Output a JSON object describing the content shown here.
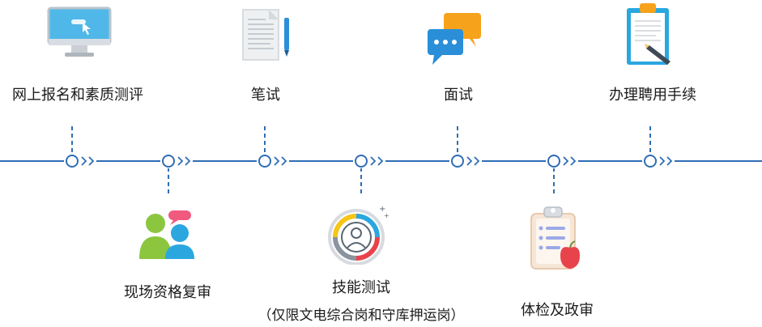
{
  "timeline": {
    "accent_color": "#2f6db5",
    "steps": [
      {
        "label": "网上报名和素质测评",
        "icon": "computer-monitor-icon",
        "position": "top"
      },
      {
        "label": "现场资格复审",
        "icon": "people-chat-icon",
        "position": "bottom"
      },
      {
        "label": "笔试",
        "icon": "document-pen-icon",
        "position": "top"
      },
      {
        "label": "技能测试",
        "sublabel": "（仅限文电综合岗和守库押运岗）",
        "icon": "target-person-icon",
        "position": "bottom"
      },
      {
        "label": "面试",
        "icon": "chat-bubbles-icon",
        "position": "top"
      },
      {
        "label": "体检及政审",
        "icon": "clipboard-apple-icon",
        "position": "bottom"
      },
      {
        "label": "办理聘用手续",
        "icon": "clipboard-pen-icon",
        "position": "top"
      }
    ]
  }
}
